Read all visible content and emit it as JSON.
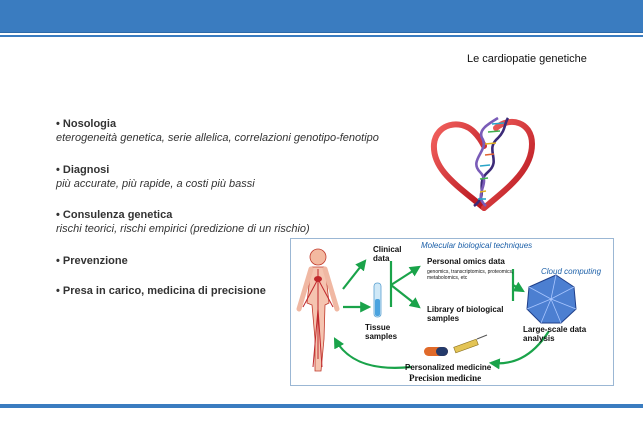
{
  "header": {
    "subtitle": "Le cardiopatie genetiche"
  },
  "bullets": [
    {
      "title": "• Nosologia",
      "desc": "eterogeneità genetica, serie allelica, correlazioni genotipo-fenotipo"
    },
    {
      "title": "• Diagnosi",
      "desc": "più accurate, più rapide, a costi più bassi"
    },
    {
      "title": "• Consulenza genetica",
      "desc": "rischi teorici, rischi empirici (predizione di un rischio)"
    },
    {
      "title": "• Prevenzione",
      "desc": ""
    },
    {
      "title": "• Presa in carico, medicina di precisione",
      "desc": ""
    }
  ],
  "diagram": {
    "clinical_data": "Clinical data",
    "tissue_samples": "Tissue samples",
    "molecular": "Molecular biological techniques",
    "omics_title": "Personal omics data",
    "omics_detail": "genomics, transcriptomics, proteomics, metabolomics, etc",
    "library": "Library of biological samples",
    "cloud": "Cloud computing",
    "large_scale": "Large-scale data analysis",
    "personalized": "Personalized medicine",
    "precision": "Precision medicine"
  },
  "colors": {
    "accent": "#3a7cc0",
    "arrow": "#1aa34a",
    "heart": "#d8262b"
  }
}
